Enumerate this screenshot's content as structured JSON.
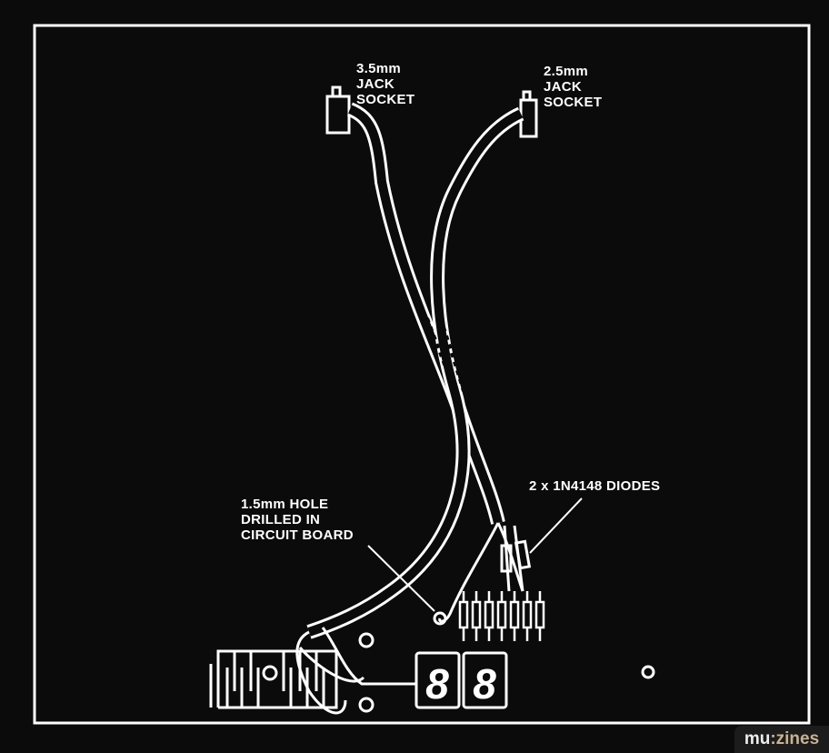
{
  "labels": {
    "jack_35": [
      "3.5mm",
      "JACK",
      "SOCKET"
    ],
    "jack_25": [
      "2.5mm",
      "JACK",
      "SOCKET"
    ],
    "diodes": "2 x 1N4148 DIODES",
    "hole": [
      "1.5mm HOLE",
      "DRILLED IN",
      "CIRCUIT BOARD"
    ]
  },
  "display_digits": [
    "8",
    "8"
  ],
  "watermark": {
    "part1": "mu",
    "part2": ":zines"
  },
  "colors": {
    "background": "#0b0b0b",
    "line": "#ffffff",
    "watermark_accent": "#c9b393"
  }
}
